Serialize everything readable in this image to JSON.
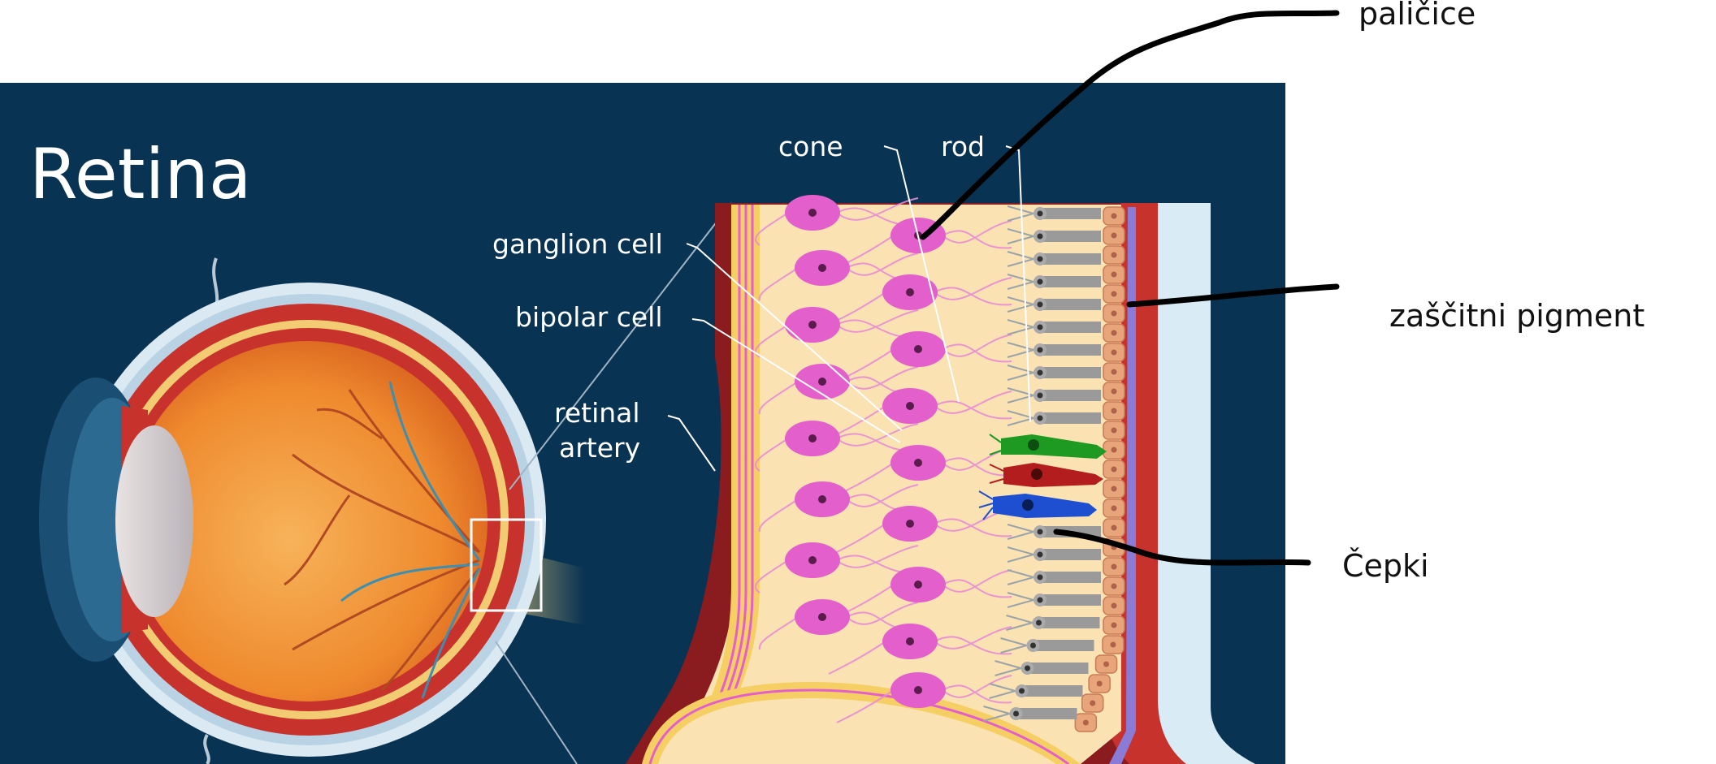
{
  "diagram": {
    "title": "Retina",
    "labels": {
      "cone": "cone",
      "rod": "rod",
      "ganglion_cell": "ganglion cell",
      "bipolar_cell": "bipolar cell",
      "retinal_artery_line1": "retinal",
      "retinal_artery_line2": "artery"
    }
  },
  "annotations": {
    "rods_note": "paličice",
    "pigment_note": "zaščitni pigment",
    "cones_note": "Čepki"
  },
  "colors": {
    "background": "#083352",
    "ganglion": "#e35fcb",
    "cone_green": "#1e9a22",
    "cone_red": "#b41d1d",
    "cone_blue": "#1d4fd0",
    "rod_gray": "#9a9a9a",
    "pigment": "#e8a57a",
    "handwritten_ink": "#000000"
  }
}
